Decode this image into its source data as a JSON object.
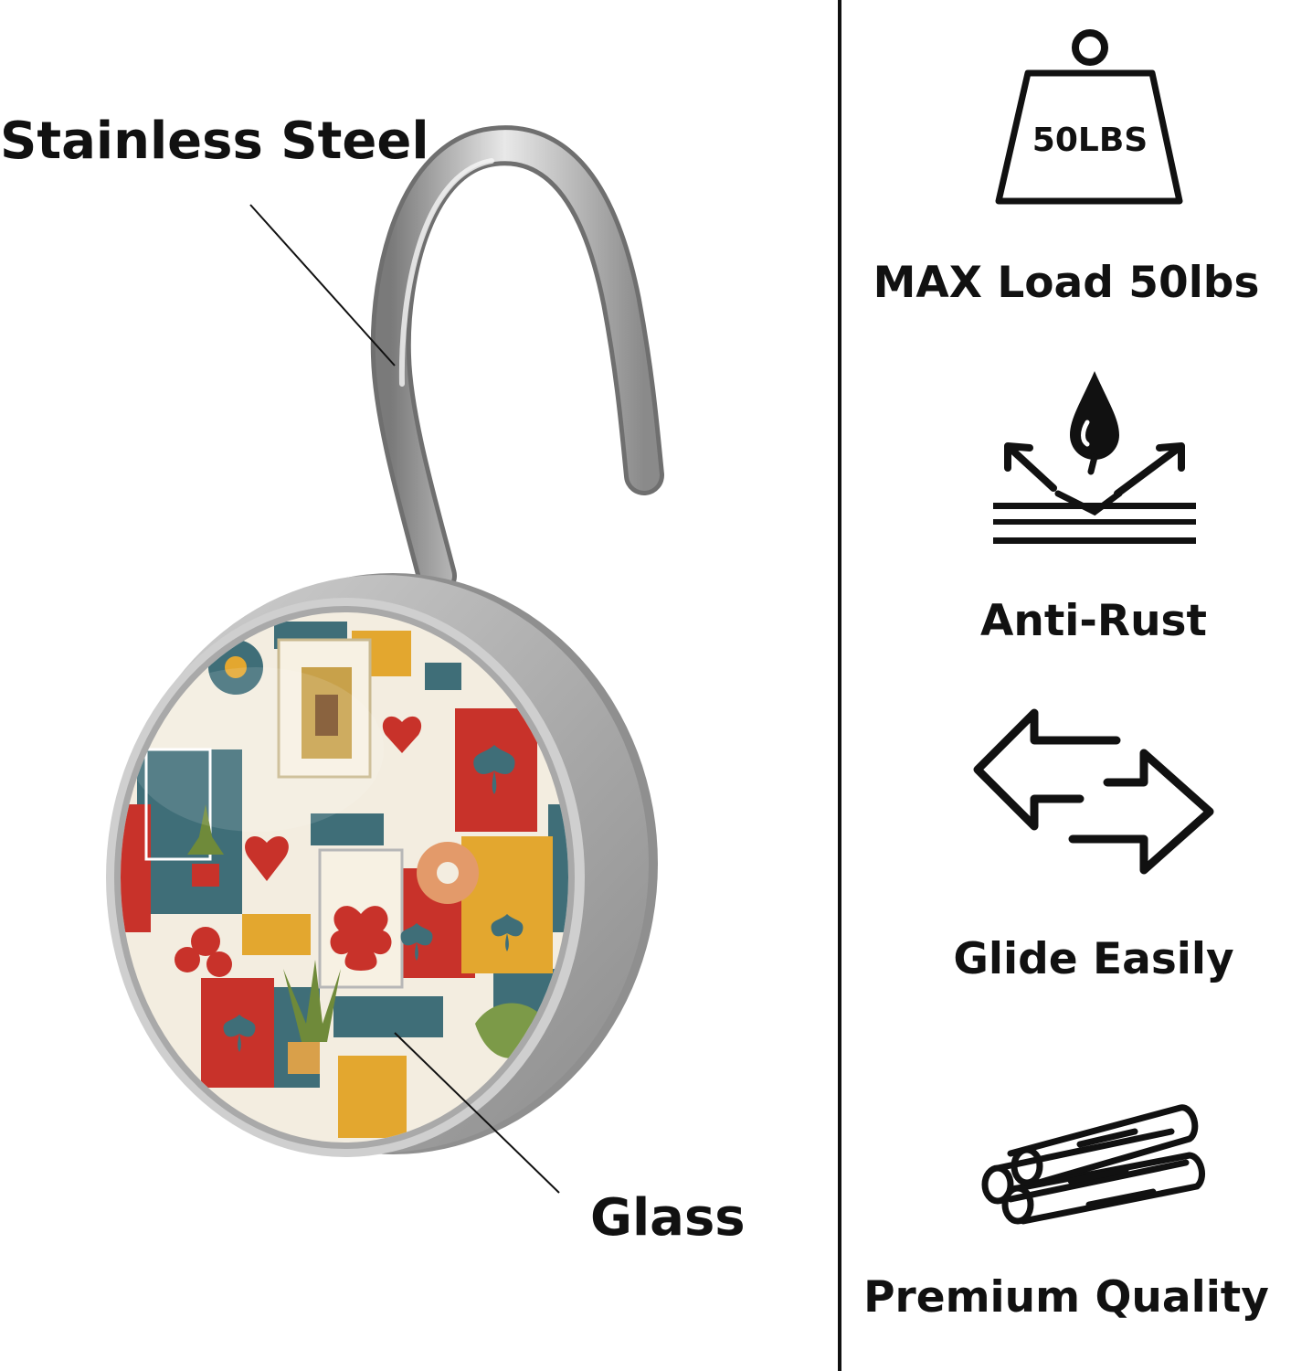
{
  "callouts": {
    "stainless_steel": "Stainless Steel",
    "glass": "Glass"
  },
  "features": [
    {
      "icon": "weight-icon",
      "icon_text": "50LBS",
      "label": "MAX Load 50lbs"
    },
    {
      "icon": "water-drop-icon",
      "label": "Anti-Rust"
    },
    {
      "icon": "double-arrow-icon",
      "label": "Glide Easily"
    },
    {
      "icon": "rods-icon",
      "label": "Premium Quality"
    }
  ],
  "colors": {
    "text": "#111111",
    "steel": "#9a9a9a",
    "card_red": "#c8322a",
    "card_teal": "#3f6e78",
    "card_yellow": "#e3a72f",
    "card_cream": "#f3ede0"
  }
}
